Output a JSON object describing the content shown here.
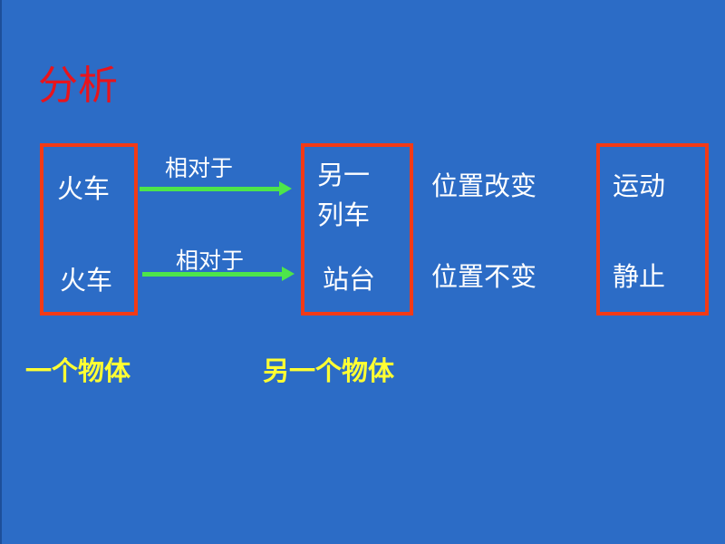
{
  "title": "分析",
  "left_box": {
    "top": "火车",
    "bottom": "火车"
  },
  "arrows": {
    "top_label": "相对于",
    "bottom_label": "相对于"
  },
  "middle_box": {
    "top_line1": "另一",
    "top_line2": "列车",
    "bottom": "站台"
  },
  "states": {
    "top": "位置改变",
    "bottom": "位置不变"
  },
  "right_box": {
    "top": "运动",
    "bottom": "静止"
  },
  "captions": {
    "left": "一个物体",
    "middle": "另一个物体"
  },
  "colors": {
    "background": "#2c6cc6",
    "title": "#e8141c",
    "box_border": "#f23a16",
    "arrow": "#4de54a",
    "caption": "#ffff33"
  }
}
